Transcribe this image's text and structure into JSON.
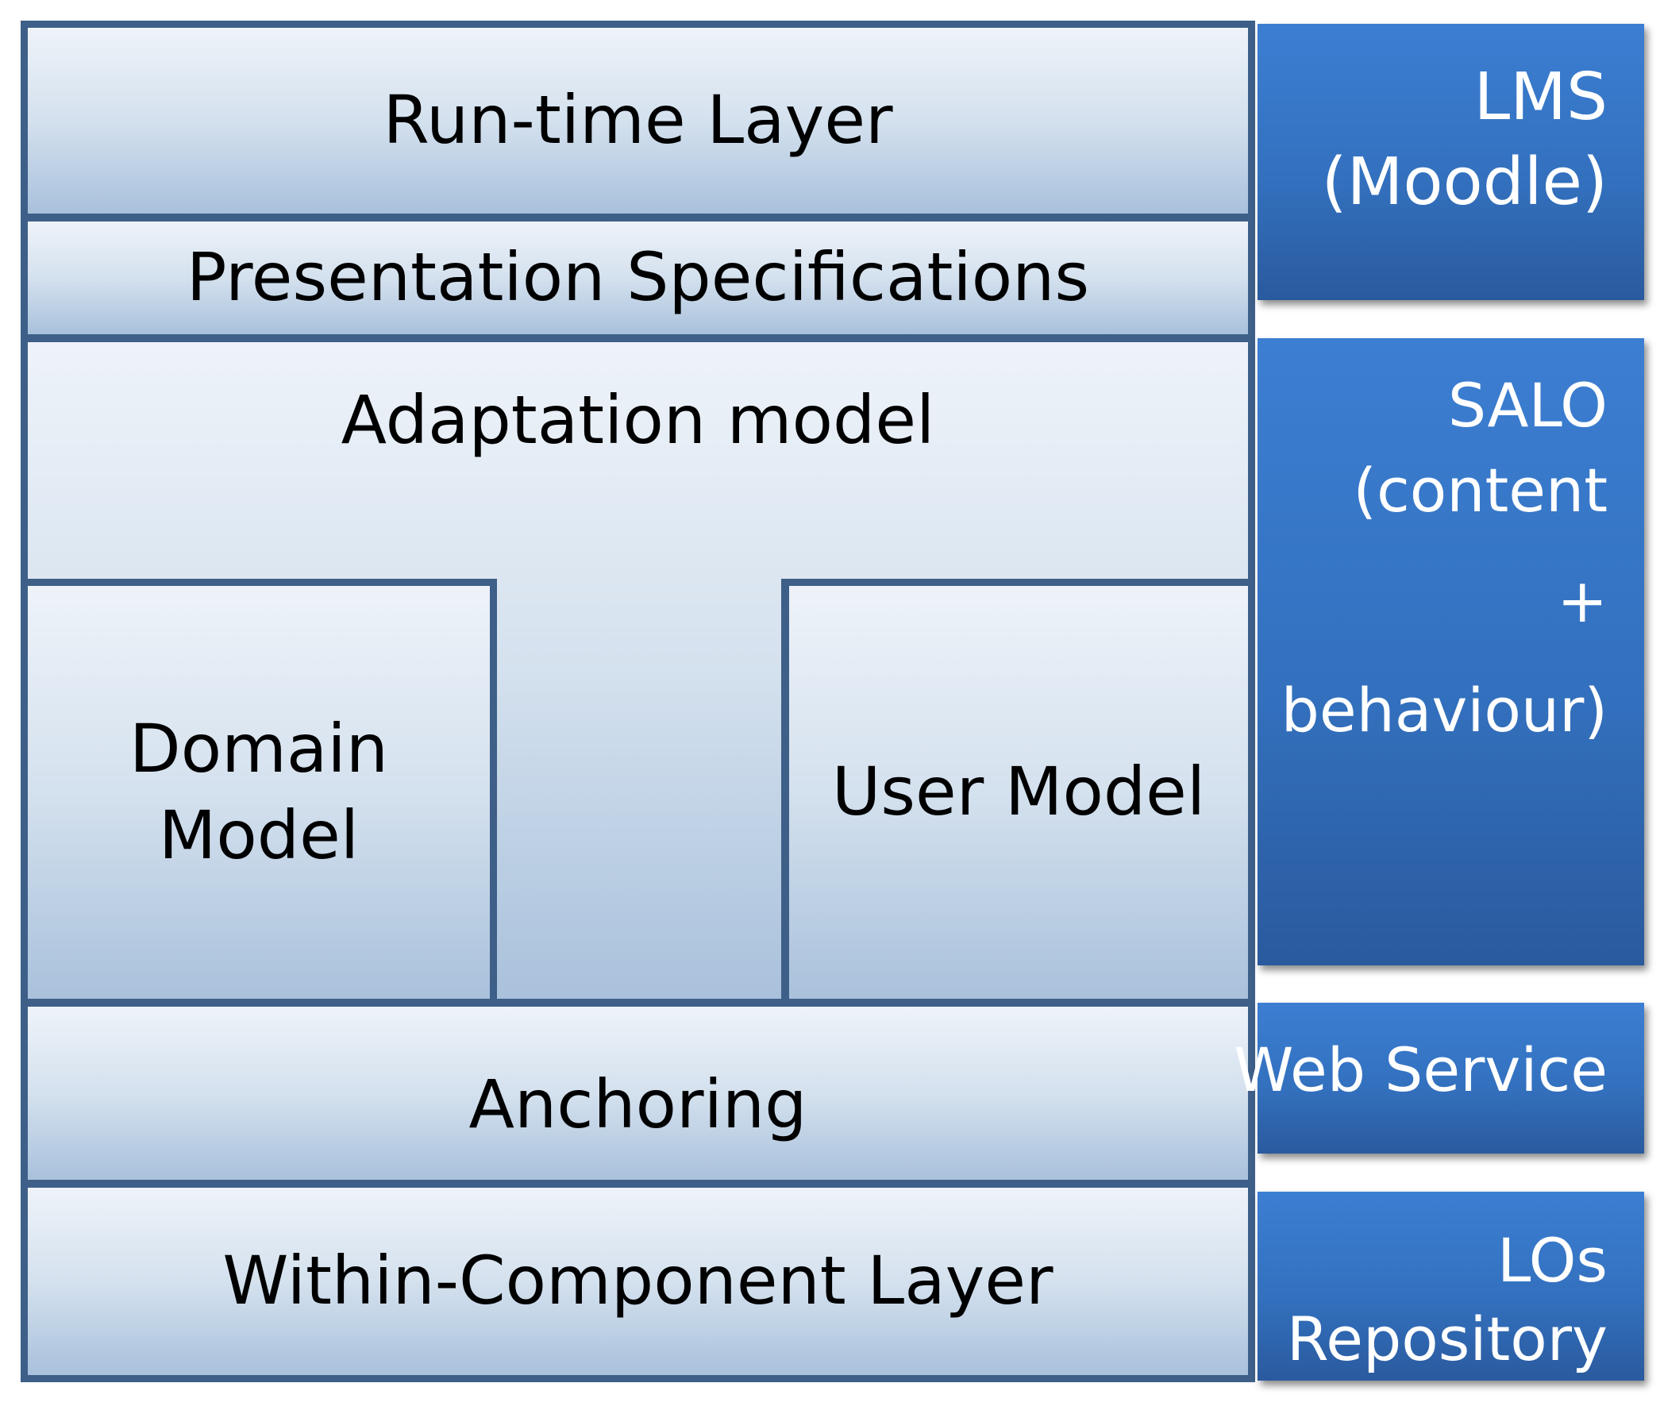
{
  "layers": {
    "runtime": "Run-time Layer",
    "presentation": "Presentation Specifications",
    "adaptation": "Adaptation model",
    "domain": [
      "Domain",
      "Model"
    ],
    "user": "User Model",
    "anchoring": "Anchoring",
    "within_component": "Within-Component Layer"
  },
  "side_labels": {
    "lms": [
      "LMS",
      "(Moodle)"
    ],
    "salo": [
      "SALO",
      "(content",
      "+",
      "behaviour)"
    ],
    "web_service": "Web Service",
    "los": [
      "LOs",
      "Repository"
    ]
  },
  "colors": {
    "layer_border": "#3e5f88",
    "layer_fill_light": "#eef3f9",
    "layer_fill_dark": "#a9c1dc",
    "side_fill": "#3371bf",
    "side_text": "#ffffff"
  }
}
